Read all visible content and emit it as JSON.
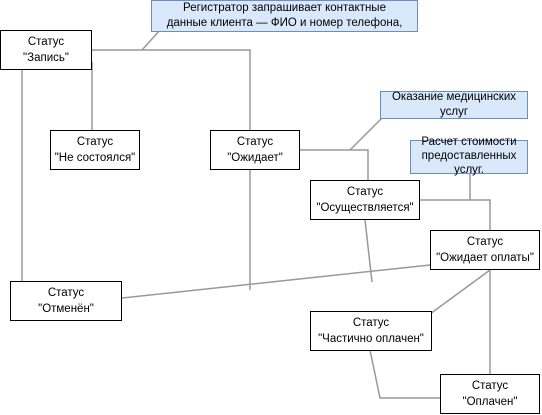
{
  "colors": {
    "node_border": "#000000",
    "note_fill": "#dae8fc",
    "note_border": "#6c8ebf",
    "edge": "#999999"
  },
  "statuses": {
    "zapis": {
      "line1": "Статус",
      "line2": "\"Запись\""
    },
    "ne_sostoyalsya": {
      "line1": "Статус",
      "line2": "\"Не состоялся\""
    },
    "ozhidaet": {
      "line1": "Статус",
      "line2": "\"Ожидает\""
    },
    "osushchestvlyaetsya": {
      "line1": "Статус",
      "line2": "\"Осуществляется\""
    },
    "ozhidaet_oplaty": {
      "line1": "Статус",
      "line2": "\"Ожидает оплаты\""
    },
    "otmenen": {
      "line1": "Статус",
      "line2": "\"Отменён\""
    },
    "chastichno_oplachen": {
      "line1": "Статус",
      "line2": "\"Частично оплачен\""
    },
    "oplachen": {
      "line1": "Статус",
      "line2": "\"Оплачен\""
    }
  },
  "notes": {
    "registrar": {
      "line1": "Регистратор запрашивает контактные",
      "line2": "данные клиента — ФИО и номер телефона,"
    },
    "services": {
      "line1": "Оказание медицинских",
      "line2": "услуг"
    },
    "cost": {
      "line1": "Расчет стоимости",
      "line2": "предоставленных",
      "line3": "услуг."
    }
  }
}
